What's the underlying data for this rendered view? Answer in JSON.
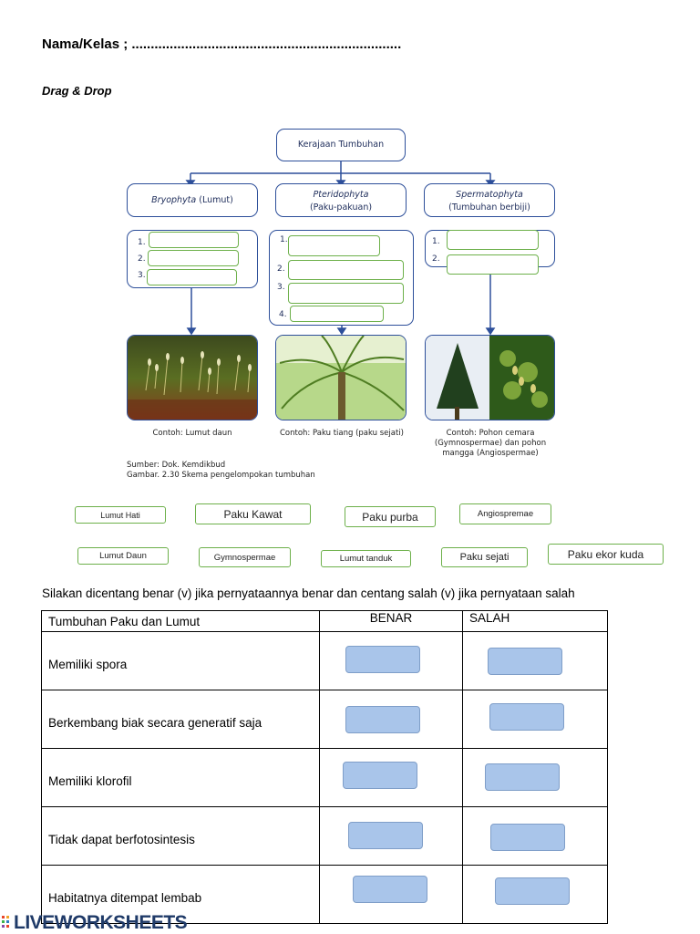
{
  "header": {
    "name_label": "Nama/Kelas ; .......................................................................",
    "mode": "Drag & Drop"
  },
  "diagram": {
    "root": "Kerajaan Tumbuhan",
    "groups": [
      {
        "name": "Bryophyta",
        "suffix": " (Lumut)",
        "sub": ""
      },
      {
        "name": "Pteridophyta",
        "suffix": "",
        "sub": "(Paku-pakuan)"
      },
      {
        "name": "Spermatophyta",
        "suffix": "",
        "sub": "(Tumbuhan berbiji)"
      }
    ],
    "numbers": [
      "1.",
      "2.",
      "3.",
      "4."
    ],
    "captions": [
      "Contoh: Lumut daun",
      "Contoh: Paku tiang (paku sejati)",
      "Contoh: Pohon cemara",
      "(Gymnospermae) dan pohon",
      "mangga (Angiospermae)"
    ],
    "source_line1": "Sumber: Dok. Kemdikbud",
    "source_line2": "Gambar. 2.30 Skema pengelompokan tumbuhan"
  },
  "chips": [
    "Lumut Hati",
    "Paku Kawat",
    "Paku purba",
    "Angiospremae",
    "Lumut Daun",
    "Gymnospermae",
    "Lumut tanduk",
    "Paku sejati",
    "Paku ekor kuda"
  ],
  "instruction": "Silakan dicentang benar (v) jika pernyataannya benar dan centang salah (v) jika pernyataan salah",
  "table": {
    "headers": [
      "Tumbuhan Paku dan Lumut",
      "BENAR",
      "SALAH"
    ],
    "rows": [
      "Memiliki spora",
      "Berkembang biak secara generatif saja",
      "Memiliki klorofil",
      "Tidak dapat berfotosintesis",
      "Habitatnya ditempat lembab"
    ]
  },
  "footer": {
    "logo": "LIVEWORKSHEETS"
  },
  "colors": {
    "diagram_border": "#2d4f9a",
    "slot_border": "#6db04a",
    "checkbox_fill": "#a9c5ea",
    "logo_text": "#1f3a68"
  }
}
